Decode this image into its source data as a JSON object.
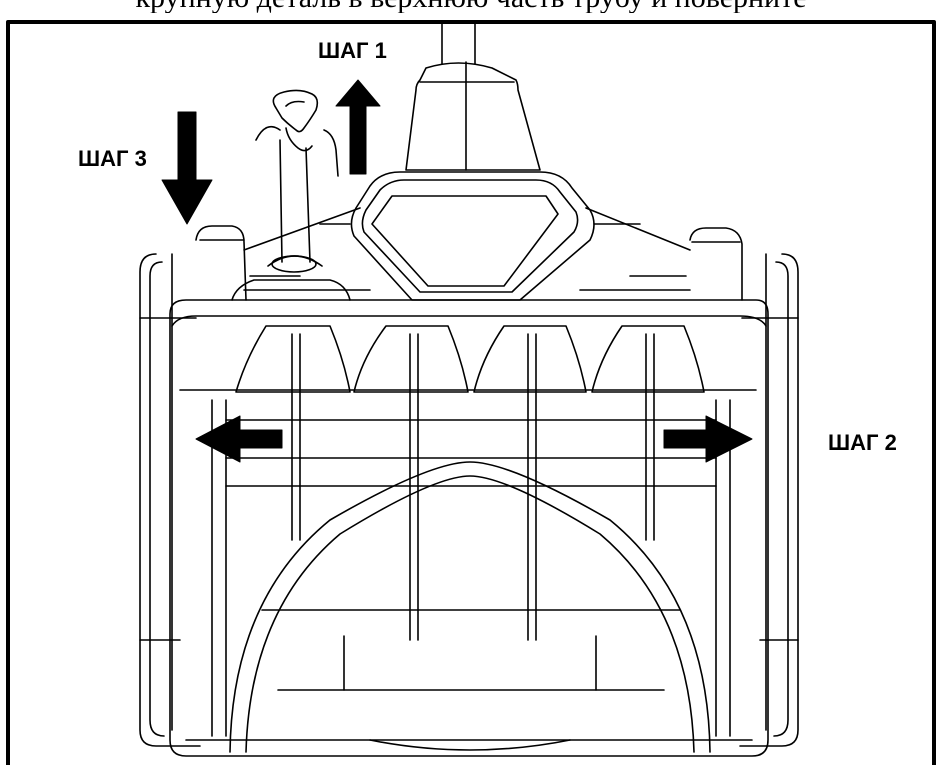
{
  "header": {
    "partial_text": "крупную деталь в верхнюю часть трубу и поверните"
  },
  "steps": {
    "step1": "ШАГ 1",
    "step2": "ШАГ 2",
    "step3": "ШАГ 3"
  },
  "colors": {
    "line": "#000000",
    "background": "#ffffff"
  }
}
